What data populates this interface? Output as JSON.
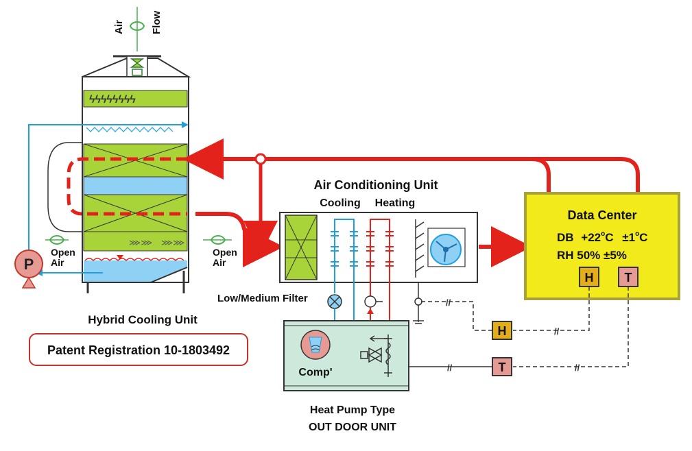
{
  "top_labels": {
    "air": "Air",
    "flow": "Flow"
  },
  "left_labels": {
    "pump": "P",
    "open_air_left_1": "Open",
    "open_air_left_2": "Air",
    "open_air_right_1": "Open",
    "open_air_right_2": "Air",
    "hybrid_title": "Hybrid Cooling Unit",
    "patent": "Patent Registration  10-1803492"
  },
  "ahu": {
    "title": "Air Conditioning Unit",
    "cooling": "Cooling",
    "heating": "Heating",
    "filter": "Low/Medium Filter"
  },
  "data_center": {
    "title": "Data Center",
    "db_label": "DB",
    "db_value": "+22",
    "db_unit": "C",
    "db_tol": "±1",
    "db_tol_unit": "C",
    "deg": "o",
    "rh_line": "RH  50%  ±5%",
    "h": "H",
    "t": "T"
  },
  "heat_pump": {
    "comp": "Comp'",
    "caption_1": "Heat  Pump  Type",
    "caption_2": "OUT  DOOR  UNIT"
  },
  "sensors": {
    "h": "H",
    "t": "T"
  },
  "colors": {
    "red": "#e3221c",
    "blue": "#1f9fe0",
    "green": "#a8d43a",
    "light_blue": "#8fd0f5",
    "yellow": "#f2ea1a",
    "olive_border": "#a9a23a",
    "mint": "#cde9dc",
    "h_box": "#e4ad1a",
    "t_box": "#e79a93"
  }
}
